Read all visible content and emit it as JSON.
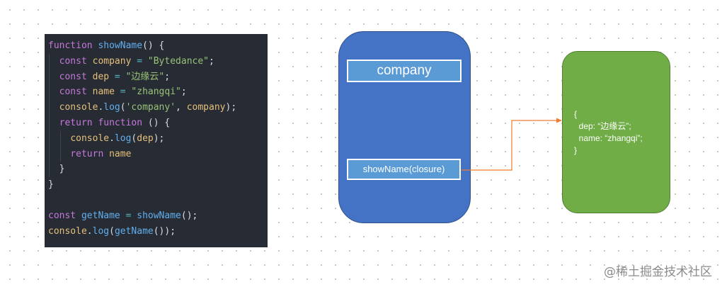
{
  "code": {
    "lines": [
      [
        [
          "kw",
          "function "
        ],
        [
          "fn",
          "showName"
        ],
        [
          "pl",
          "() {"
        ]
      ],
      [
        [
          "kw",
          "const "
        ],
        [
          "var",
          "company"
        ],
        [
          "op",
          " = "
        ],
        [
          "str",
          "\"Bytedance\""
        ],
        [
          "pl",
          ";"
        ]
      ],
      [
        [
          "kw",
          "const "
        ],
        [
          "var",
          "dep"
        ],
        [
          "op",
          " = "
        ],
        [
          "str",
          "\"边缘云\""
        ],
        [
          "pl",
          ";"
        ]
      ],
      [
        [
          "kw",
          "const "
        ],
        [
          "var",
          "name"
        ],
        [
          "op",
          " = "
        ],
        [
          "str",
          "\"zhangqi\""
        ],
        [
          "pl",
          ";"
        ]
      ],
      [
        [
          "var",
          "console"
        ],
        [
          "pl",
          "."
        ],
        [
          "fn",
          "log"
        ],
        [
          "pl",
          "("
        ],
        [
          "str",
          "'company'"
        ],
        [
          "pl",
          ", "
        ],
        [
          "var",
          "company"
        ],
        [
          "pl",
          ");"
        ]
      ],
      [
        [
          "kw",
          "return "
        ],
        [
          "kw",
          "function "
        ],
        [
          "pl",
          "() {"
        ]
      ],
      [
        [
          "var",
          "console"
        ],
        [
          "pl",
          "."
        ],
        [
          "fn",
          "log"
        ],
        [
          "pl",
          "("
        ],
        [
          "var",
          "dep"
        ],
        [
          "pl",
          ");"
        ]
      ],
      [
        [
          "kw",
          "return "
        ],
        [
          "var",
          "name"
        ]
      ],
      [
        [
          "pl",
          "}"
        ]
      ],
      [
        [
          "pl",
          "}"
        ]
      ],
      [],
      [
        [
          "kw",
          "const "
        ],
        [
          "fn",
          "getName"
        ],
        [
          "op",
          " = "
        ],
        [
          "fn",
          "showName"
        ],
        [
          "pl",
          "();"
        ]
      ],
      [
        [
          "var",
          "console"
        ],
        [
          "pl",
          "."
        ],
        [
          "fn",
          "log"
        ],
        [
          "pl",
          "("
        ],
        [
          "fn",
          "getName"
        ],
        [
          "pl",
          "());"
        ]
      ]
    ]
  },
  "diagram": {
    "company_label": "company",
    "closure_label": "showName(closure)",
    "closure_object": {
      "open": "{",
      "dep_line": "dep: “边缘云”;",
      "name_line": "name: “zhangqi”;",
      "close": "}"
    },
    "colors": {
      "blue_box": "#4472c4",
      "inner_box": "#5b9bd5",
      "green_box": "#70ad47",
      "arrow": "#ed7d31"
    }
  },
  "footer": {
    "watermark": "@稀土掘金技术社区"
  }
}
